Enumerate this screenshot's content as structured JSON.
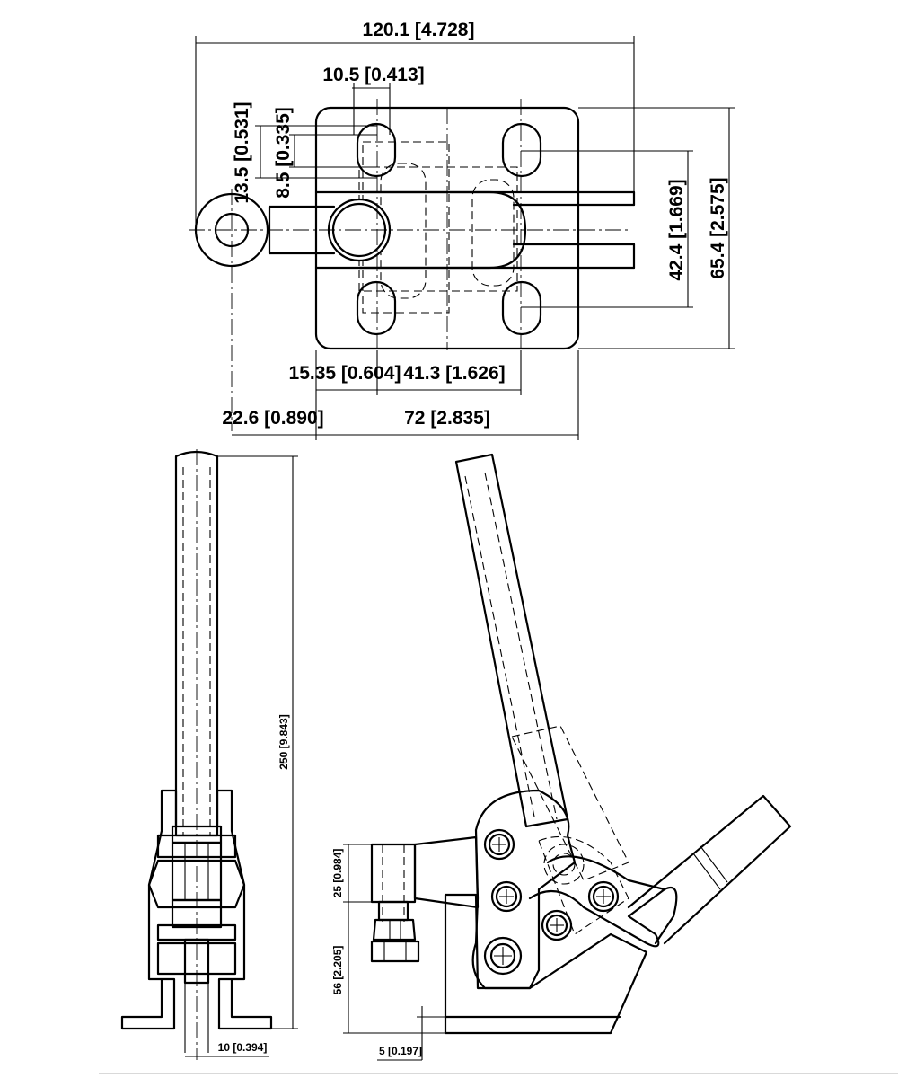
{
  "dimensions": {
    "overall_width": "120.1 [4.728]",
    "slot_width": "10.5 [0.413]",
    "height_13_5": "13.5 [0.531]",
    "height_8_5": "8.5 [0.335]",
    "hole_spacing_vertical": "42.4 [1.669]",
    "base_height": "65.4 [2.575]",
    "offset_15_35": "15.35 [0.604]",
    "hole_spacing_horizontal": "41.3 [1.626]",
    "spindle_offset": "22.6 [0.890]",
    "base_width": "72 [2.835]",
    "handle_length": "250 [9.843]",
    "handle_diameter": "10 [0.394]",
    "spindle_height": "25 [0.984]",
    "base_to_spindle": "56 [2.205]",
    "base_thickness": "5 [0.197]"
  }
}
